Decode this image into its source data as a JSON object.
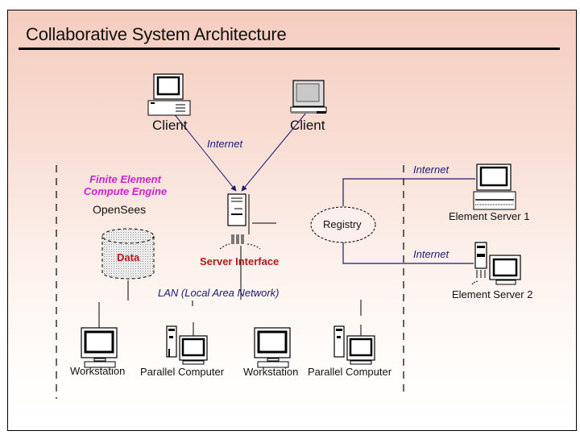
{
  "title": "Collaborative System Architecture",
  "colors": {
    "background_top": "#f5cdbf",
    "background_bottom": "#ffffff",
    "network_line": "#1a1a6e",
    "engine_label": "#cc22cc",
    "component_label": "#b01818"
  },
  "clients": [
    {
      "label": "Client",
      "icon": "desktop-computer-icon"
    },
    {
      "label": "Client",
      "icon": "laptop-icon"
    }
  ],
  "links": {
    "client_internet": "Internet",
    "element_server_1_internet": "Internet",
    "element_server_2_internet": "Internet",
    "lan": "LAN (Local Area Network)"
  },
  "engine": {
    "line1": "Finite Element",
    "line2": "Compute Engine",
    "name": "OpenSees"
  },
  "data_store": {
    "label": "Data",
    "icon": "database-cylinder-icon"
  },
  "server_interface": {
    "label": "Server Interface",
    "icon": "tower-server-icon"
  },
  "registry": {
    "label": "Registry"
  },
  "element_servers": [
    {
      "label": "Element Server 1",
      "icon": "desktop-computer-icon"
    },
    {
      "label": "Element Server 2",
      "icon": "tower-with-monitor-icon"
    }
  ],
  "lan_nodes": [
    {
      "label": "Workstation",
      "icon": "monitor-icon"
    },
    {
      "label": "Parallel Computer",
      "icon": "tower-with-monitor-icon"
    },
    {
      "label": "Workstation",
      "icon": "monitor-icon"
    },
    {
      "label": "Parallel Computer",
      "icon": "tower-with-monitor-icon"
    }
  ]
}
